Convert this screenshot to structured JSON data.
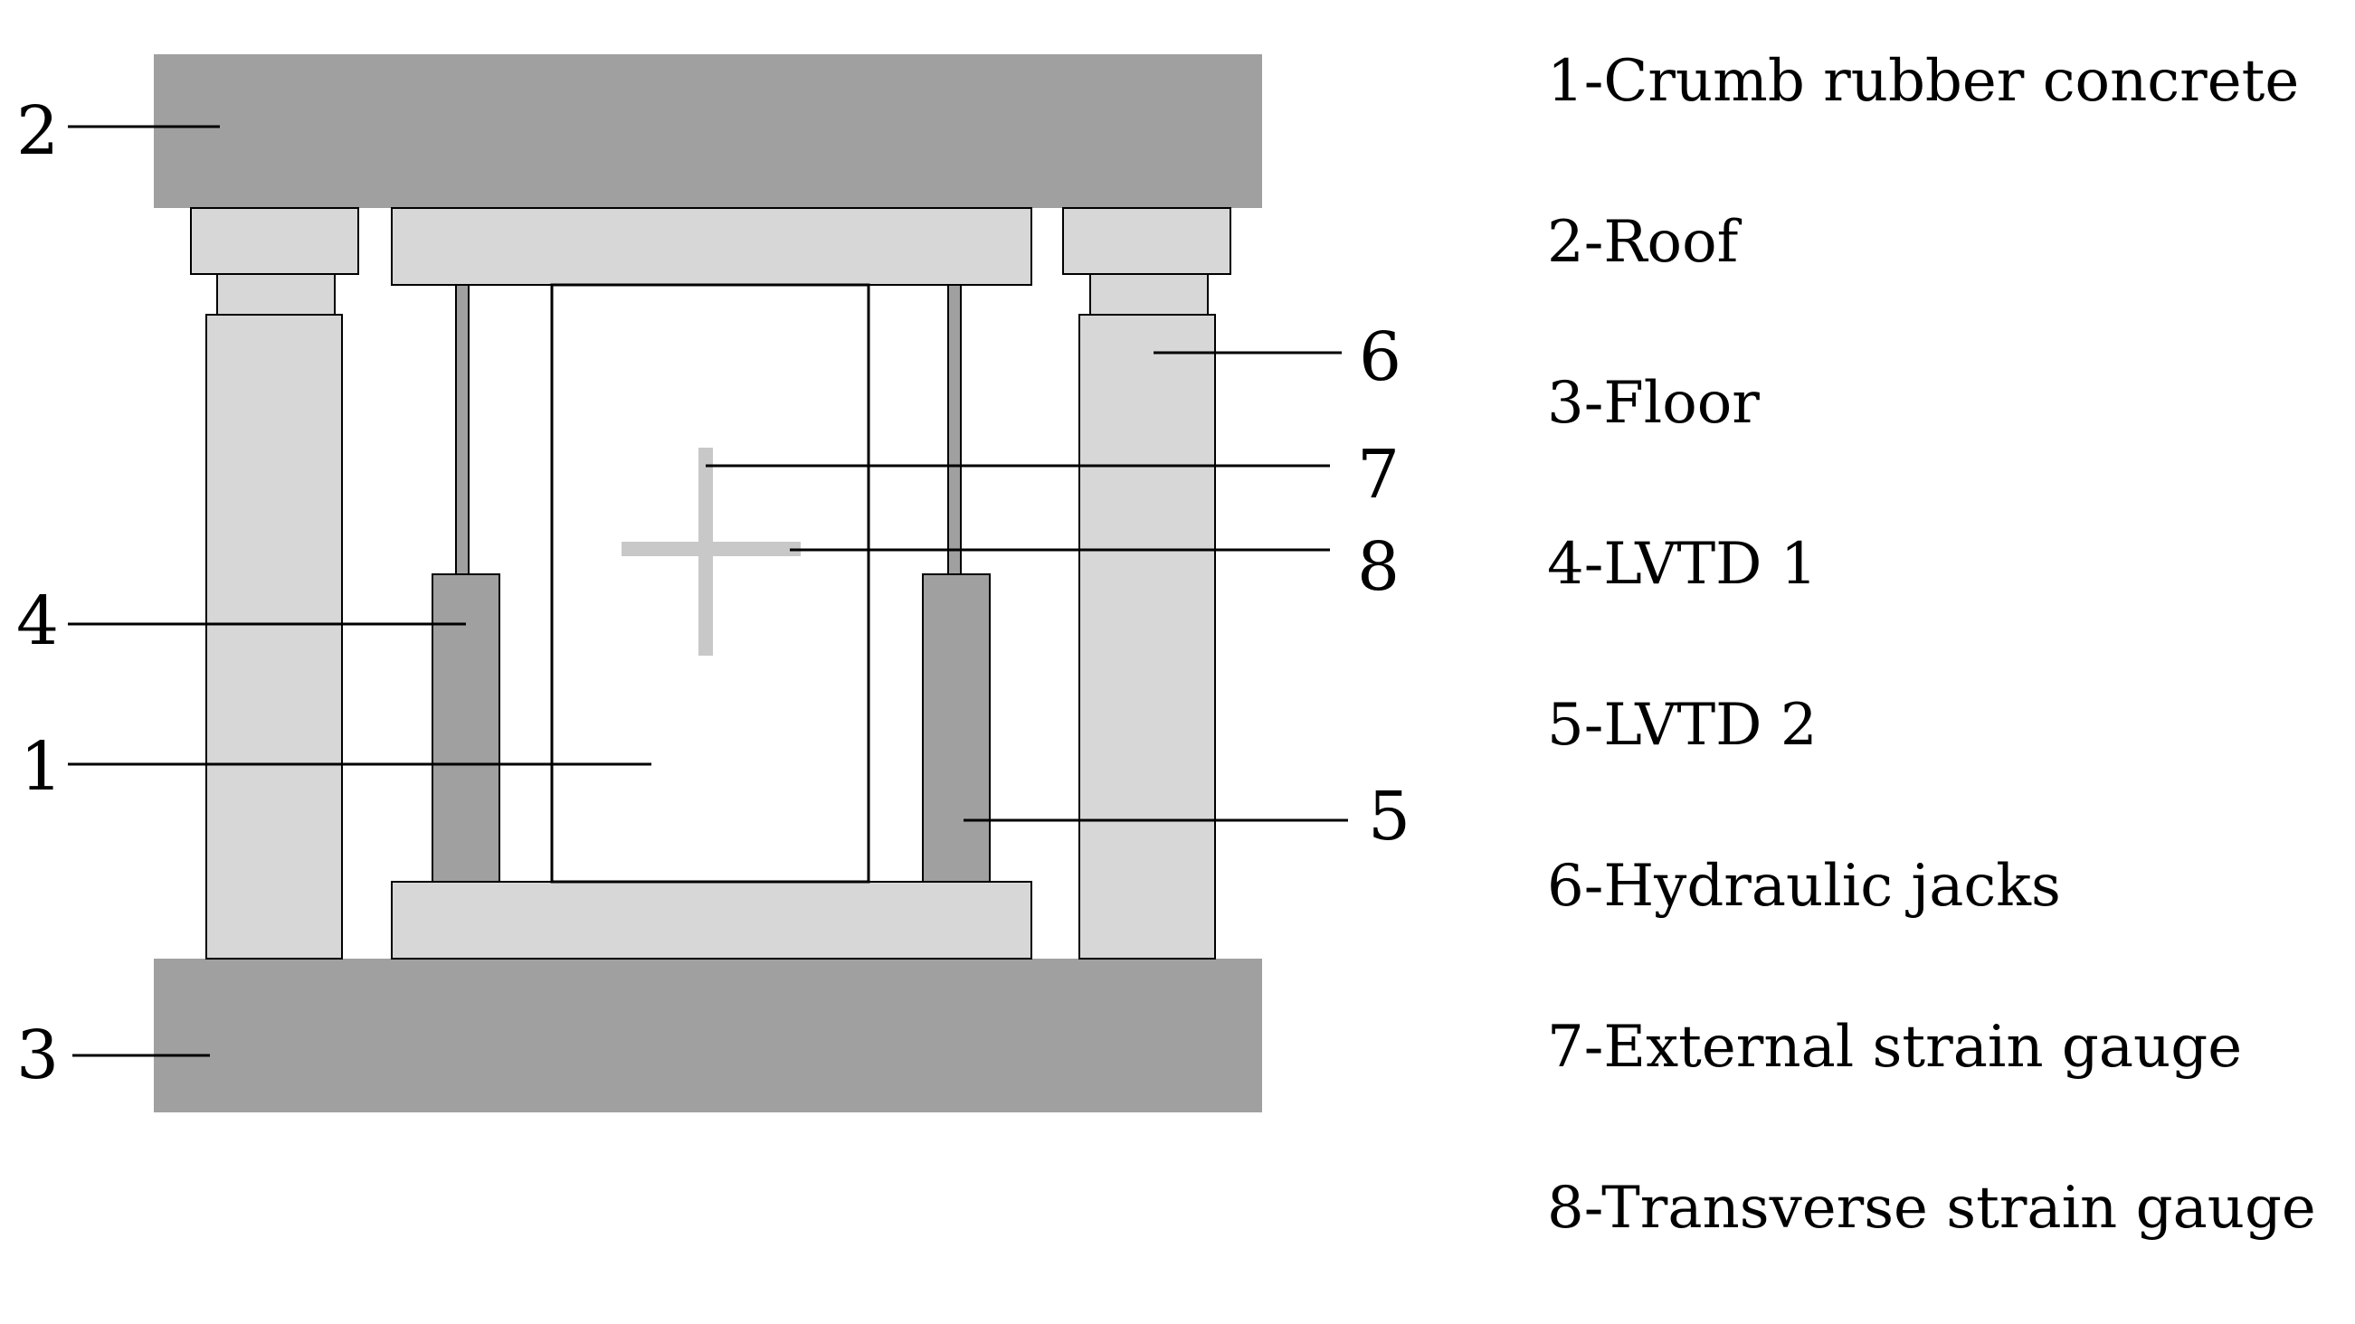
{
  "diagram": {
    "labels": {
      "crumb_rubber_concrete": "1",
      "roof": "2",
      "floor": "3",
      "lvtd_1": "4",
      "lvtd_2": "5",
      "hydraulic_jacks": "6",
      "external_strain_gauge": "7",
      "transverse_strain_gauge": "8"
    }
  },
  "legend": {
    "items": [
      "1-Crumb rubber concrete",
      "2-Roof",
      "3-Floor",
      "4-LVTD 1",
      "5-LVTD 2",
      "6-Hydraulic jacks",
      "7-External strain gauge",
      "8-Transverse strain gauge"
    ]
  },
  "colors": {
    "dark_gray": "#a0a0a0",
    "light_gray": "#d7d7d7",
    "strain_gauge": "#c8c8c8",
    "outline": "#000000"
  }
}
